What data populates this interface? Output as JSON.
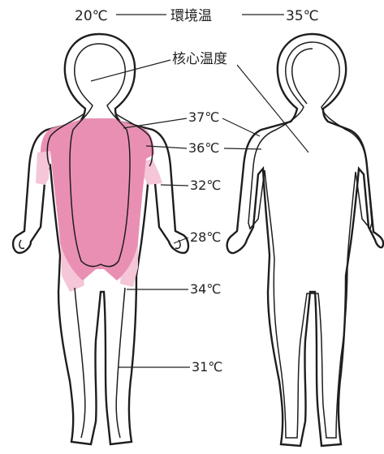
{
  "header": {
    "left_temp": "20℃",
    "title": "環境温",
    "right_temp": "35℃"
  },
  "labels": {
    "core": "核心温度",
    "t37": "37℃",
    "t36": "36℃",
    "t32": "32℃",
    "t28": "28℃",
    "t34": "34℃",
    "t31": "31℃"
  },
  "colors": {
    "core": "#d8407a",
    "warm": "#ea8fb4",
    "cool": "#f4c6d8",
    "outline": "#1e1e1e",
    "hatch": "#7a1d40"
  }
}
